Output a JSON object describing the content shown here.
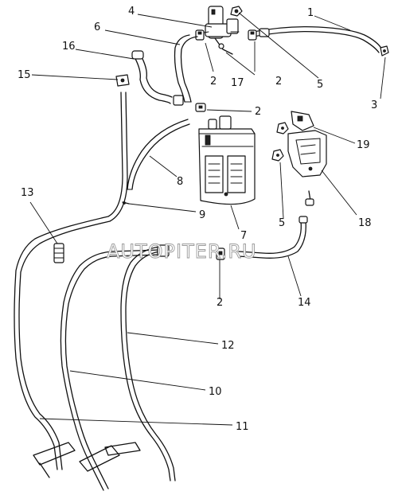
{
  "watermark": "AUTOPITER.RU",
  "callouts": {
    "c1": "1",
    "c2a": "2",
    "c2b": "2",
    "c2c": "2",
    "c2d": "2",
    "c3": "3",
    "c4": "4",
    "c5a": "5",
    "c5b": "5",
    "c6": "6",
    "c7": "7",
    "c8": "8",
    "c9": "9",
    "c10": "10",
    "c11": "11",
    "c12": "12",
    "c13": "13",
    "c14": "14",
    "c15": "15",
    "c16": "16",
    "c17": "17",
    "c18": "18",
    "c19": "19"
  }
}
